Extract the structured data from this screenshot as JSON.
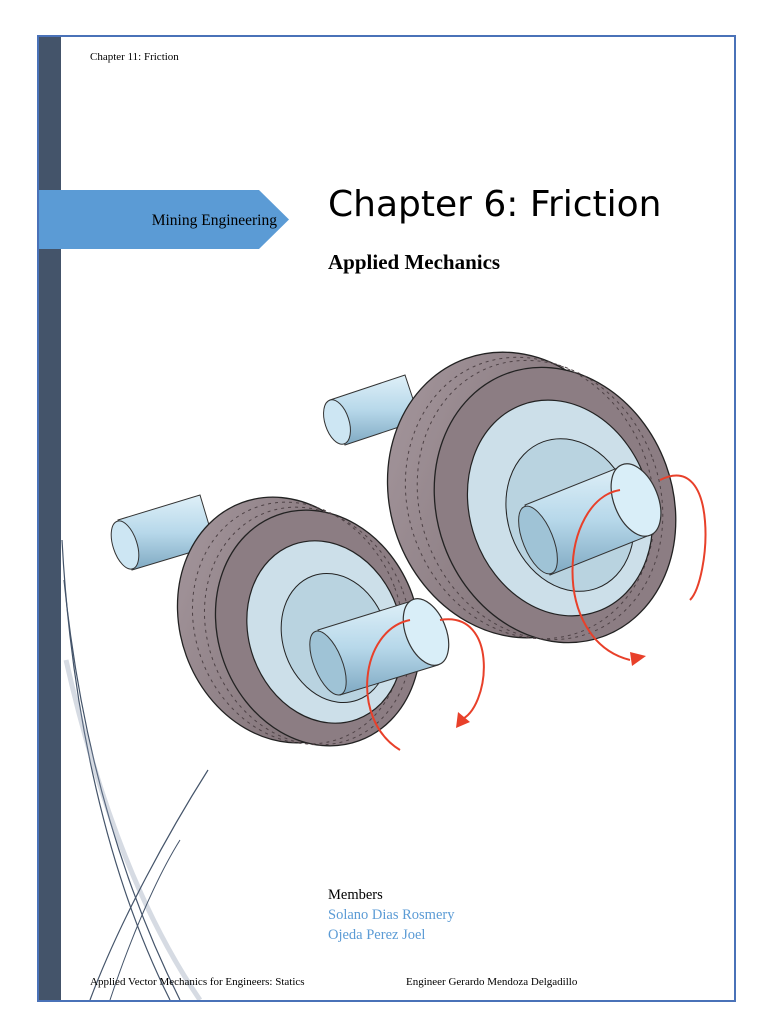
{
  "header": {
    "running_title": "Chapter 11: Friction"
  },
  "tab": {
    "label": "Mining Engineering"
  },
  "title": "Chapter 6: Friction",
  "subtitle": "Applied Mechanics",
  "members": {
    "heading": "Members",
    "names": [
      "Solano Dias Rosmery",
      "Ojeda Perez Joel"
    ]
  },
  "footer": {
    "left": "Applied Vector Mechanics for Engineers: Statics",
    "right": "Engineer Gerardo Mendoza Delgadillo"
  },
  "colors": {
    "border": "#4a72b8",
    "side_bar": "#44546a",
    "tab": "#5b9bd5",
    "member_names": "#5b9bd5",
    "arrow": "#e8402a"
  }
}
